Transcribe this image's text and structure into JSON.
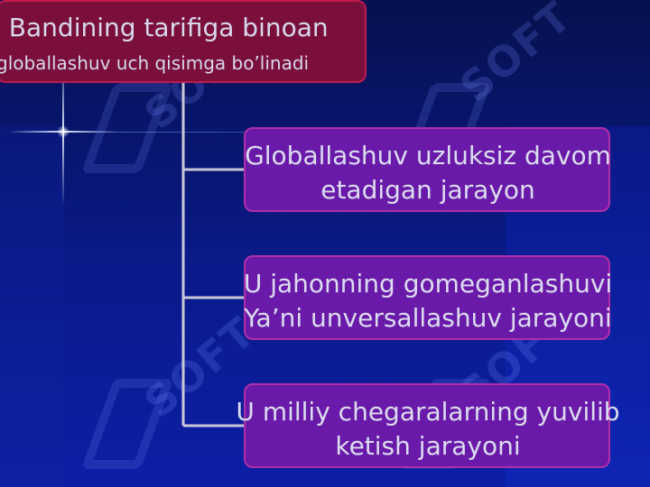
{
  "title": {
    "line1": ". Bandining tarifiga binoan",
    "line2": "globallashuv uch qisimga bo’linadi"
  },
  "nodes": [
    {
      "line1": "Globallashuv uzluksiz davom",
      "line2": "etadigan jarayon"
    },
    {
      "line1": "U jahonning gomeganlashuvi",
      "line2": "Ya’ni unversallashuv jarayoni"
    },
    {
      "line1": "U milliy chegaralarning yuvilib",
      "line2": "ketish jarayoni"
    }
  ],
  "watermark": {
    "text": "SOFT"
  },
  "colors": {
    "background": "#0a1a8a",
    "title_fill": "#7a0f3c",
    "title_border": "#c01a50",
    "node_fill": "#6a1aa8",
    "node_border": "#b02ea8",
    "connector": "#c8c8d8",
    "text": "#dcdcf0"
  }
}
